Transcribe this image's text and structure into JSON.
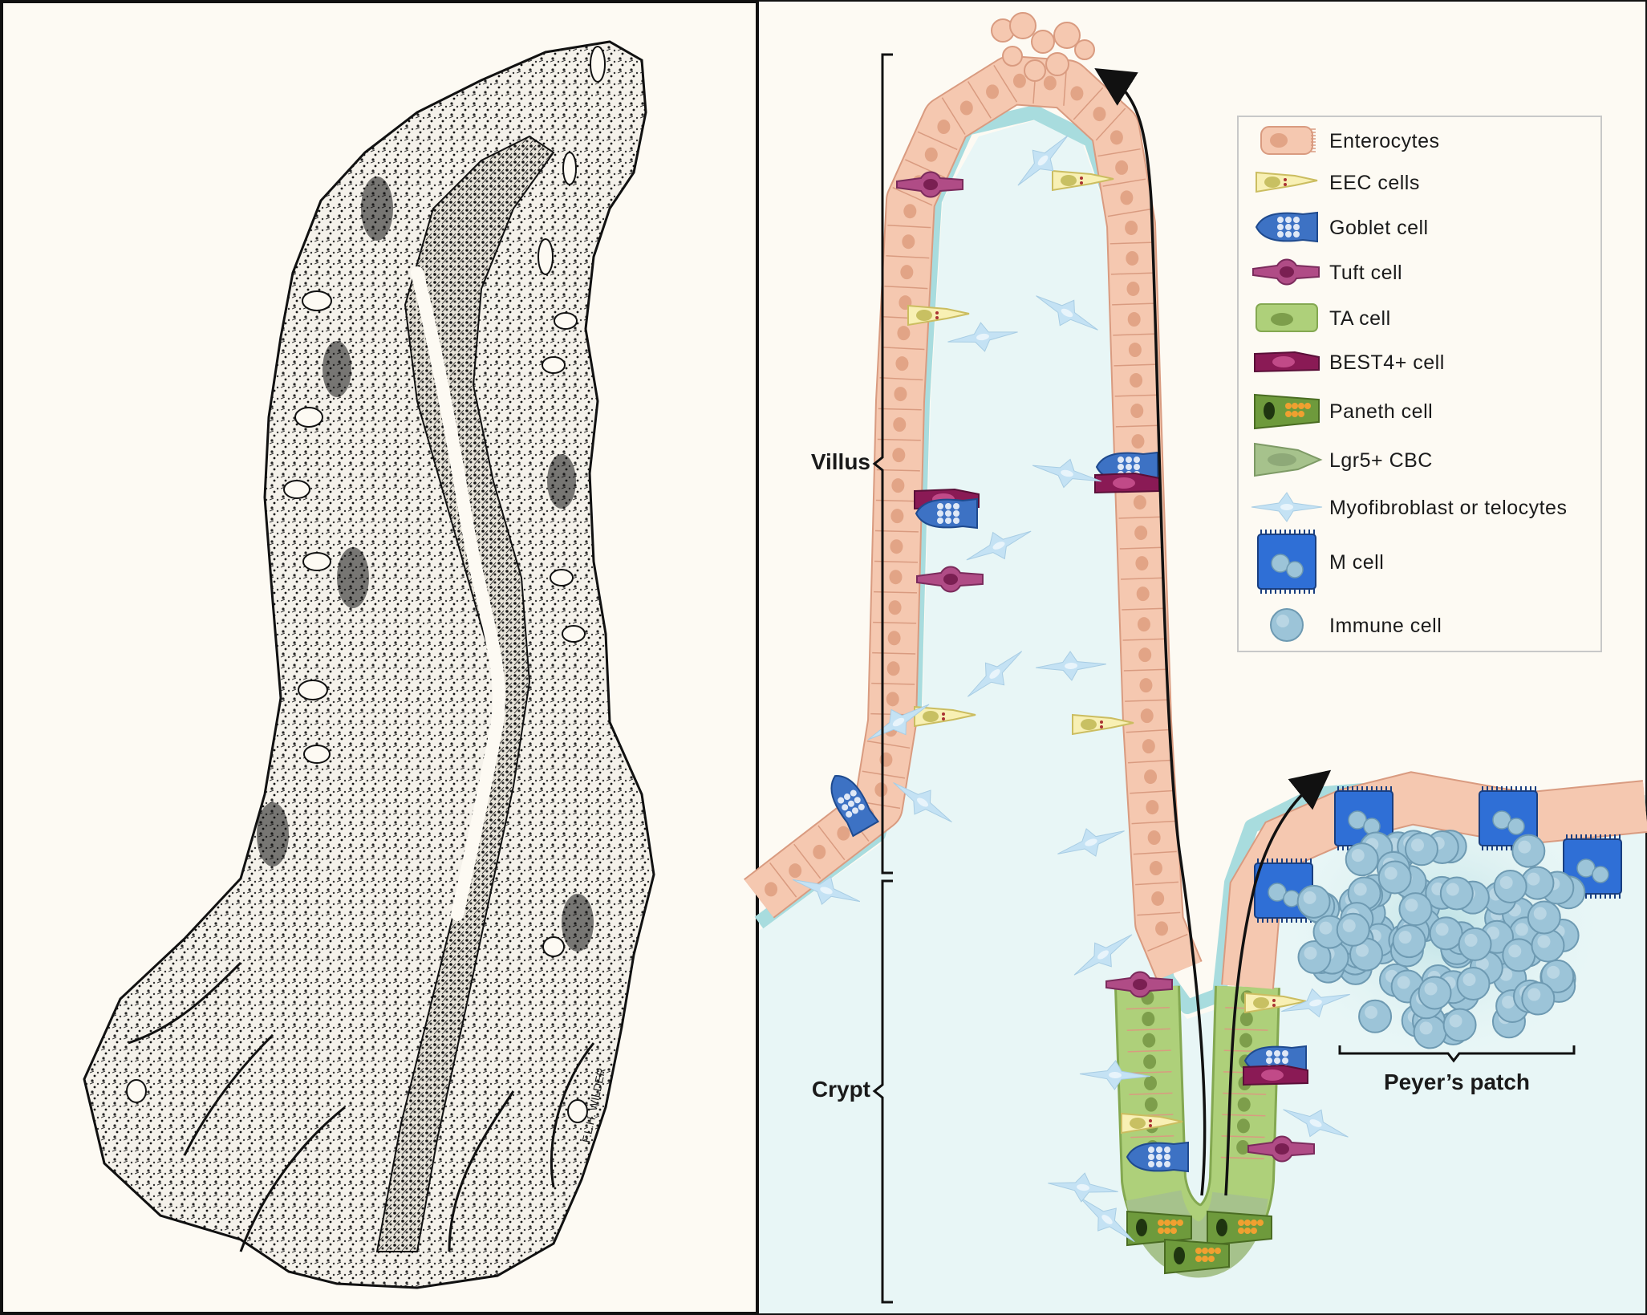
{
  "labels": {
    "villus": "Villus",
    "crypt": "Crypt",
    "peyers_patch": "Peyer’s patch",
    "signature": "F.L.H. WILDER"
  },
  "legend": [
    {
      "label": "Enterocytes",
      "icon": "enterocyte-icon"
    },
    {
      "label": "EEC cells",
      "icon": "eec-cell-icon"
    },
    {
      "label": "Goblet cell",
      "icon": "goblet-cell-icon"
    },
    {
      "label": "Tuft cell",
      "icon": "tuft-cell-icon"
    },
    {
      "label": "TA cell",
      "icon": "ta-cell-icon"
    },
    {
      "label": "BEST4+ cell",
      "icon": "best4-cell-icon"
    },
    {
      "label": "Paneth cell",
      "icon": "paneth-cell-icon"
    },
    {
      "label": "Lgr5+ CBC",
      "icon": "lgr5-cbc-icon"
    },
    {
      "label": "Myofibroblast or telocytes",
      "icon": "myofibroblast-icon"
    },
    {
      "label": "M cell",
      "icon": "m-cell-icon"
    },
    {
      "label": "Immune cell",
      "icon": "immune-cell-icon"
    }
  ],
  "colors": {
    "background": "#fdfaf3",
    "stroma": "#e8f6f6",
    "basement": "#a8dcde",
    "enterocyte": "#f5c8b0",
    "enterocyte_nucleus": "#e2a486",
    "eec": "#f8f0b4",
    "goblet": "#3d72c4",
    "tuft": "#b04c86",
    "ta": "#aed07a",
    "best4": "#8a1a55",
    "paneth": "#6e9a3c",
    "lgr5": "#a6c28c",
    "myofibroblast": "#c4e2f4",
    "m_cell": "#2f6fd6",
    "immune": "#9cc4d8"
  }
}
